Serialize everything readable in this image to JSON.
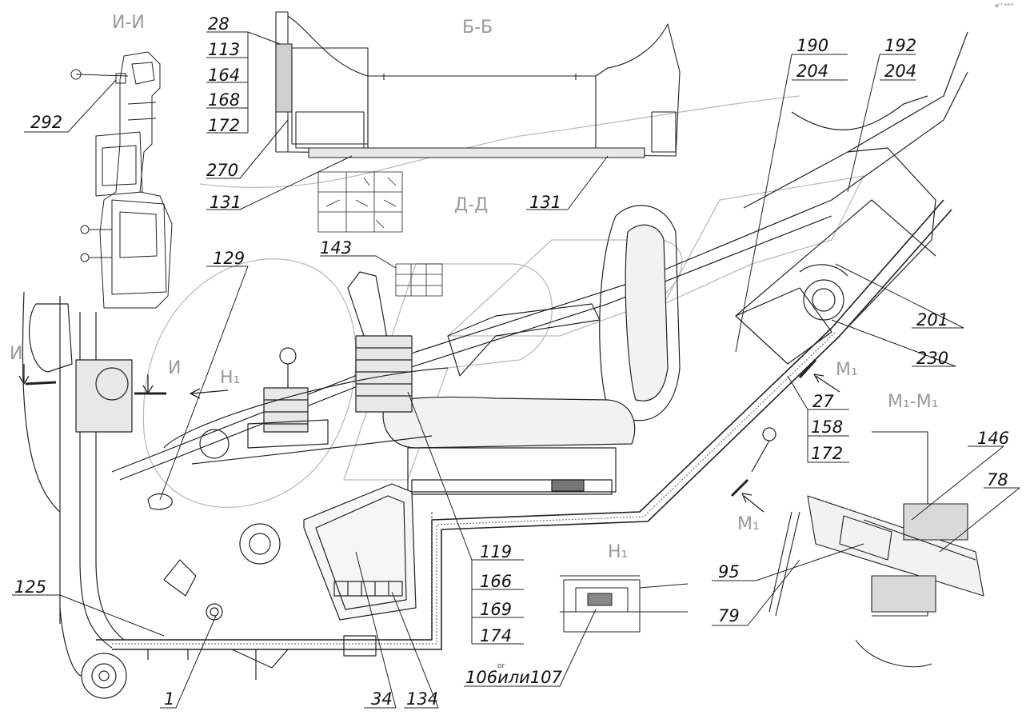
{
  "sections": {
    "ii": "И-И",
    "bb": "Б-Б",
    "dd": "Д-Д",
    "m1m1": "М₁-М₁",
    "i_left": "И",
    "i_right": "И",
    "n1_upper": "Н₁",
    "n1_lower": "Н₁",
    "m1_upper": "М₁",
    "m1_lower": "М₁"
  },
  "callouts": {
    "c28": "28",
    "c113": "113",
    "c164": "164",
    "c168": "168",
    "c172a": "172",
    "c270": "270",
    "c131a": "131",
    "c131b": "131",
    "c292": "292",
    "c129": "129",
    "c143": "143",
    "c190": "190",
    "c204a": "204",
    "c192": "192",
    "c204b": "204",
    "c201": "201",
    "c230": "230",
    "c27": "27",
    "c158": "158",
    "c172b": "172",
    "c146": "146",
    "c78": "78",
    "c95": "95",
    "c79": "79",
    "c125": "125",
    "c1": "1",
    "c34": "34",
    "c134": "134",
    "c119": "119",
    "c166": "166",
    "c169": "169",
    "c174": "174",
    "c106": "106или107"
  },
  "tags": {
    "corner": "⊕ᵀᵀ ⁹⁰⁸⁷⁶",
    "or": "or"
  }
}
